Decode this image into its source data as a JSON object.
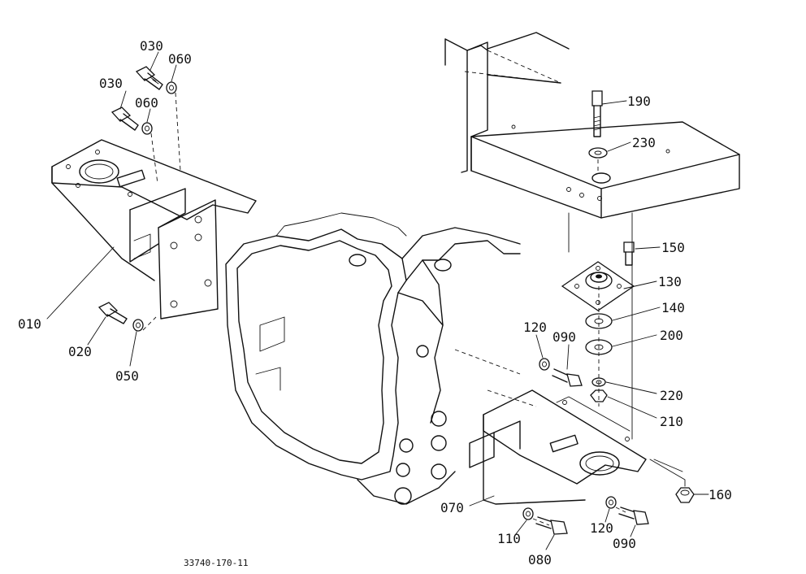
{
  "reference_code": "33740-170-11",
  "parts": [
    {
      "no": "030"
    },
    {
      "no": "060"
    },
    {
      "no": "030"
    },
    {
      "no": "060"
    },
    {
      "no": "010"
    },
    {
      "no": "020"
    },
    {
      "no": "050"
    },
    {
      "no": "190"
    },
    {
      "no": "230"
    },
    {
      "no": "150"
    },
    {
      "no": "130"
    },
    {
      "no": "140"
    },
    {
      "no": "200"
    },
    {
      "no": "220"
    },
    {
      "no": "210"
    },
    {
      "no": "120"
    },
    {
      "no": "090"
    },
    {
      "no": "070"
    },
    {
      "no": "110"
    },
    {
      "no": "080"
    },
    {
      "no": "120"
    },
    {
      "no": "090"
    },
    {
      "no": "160"
    }
  ]
}
